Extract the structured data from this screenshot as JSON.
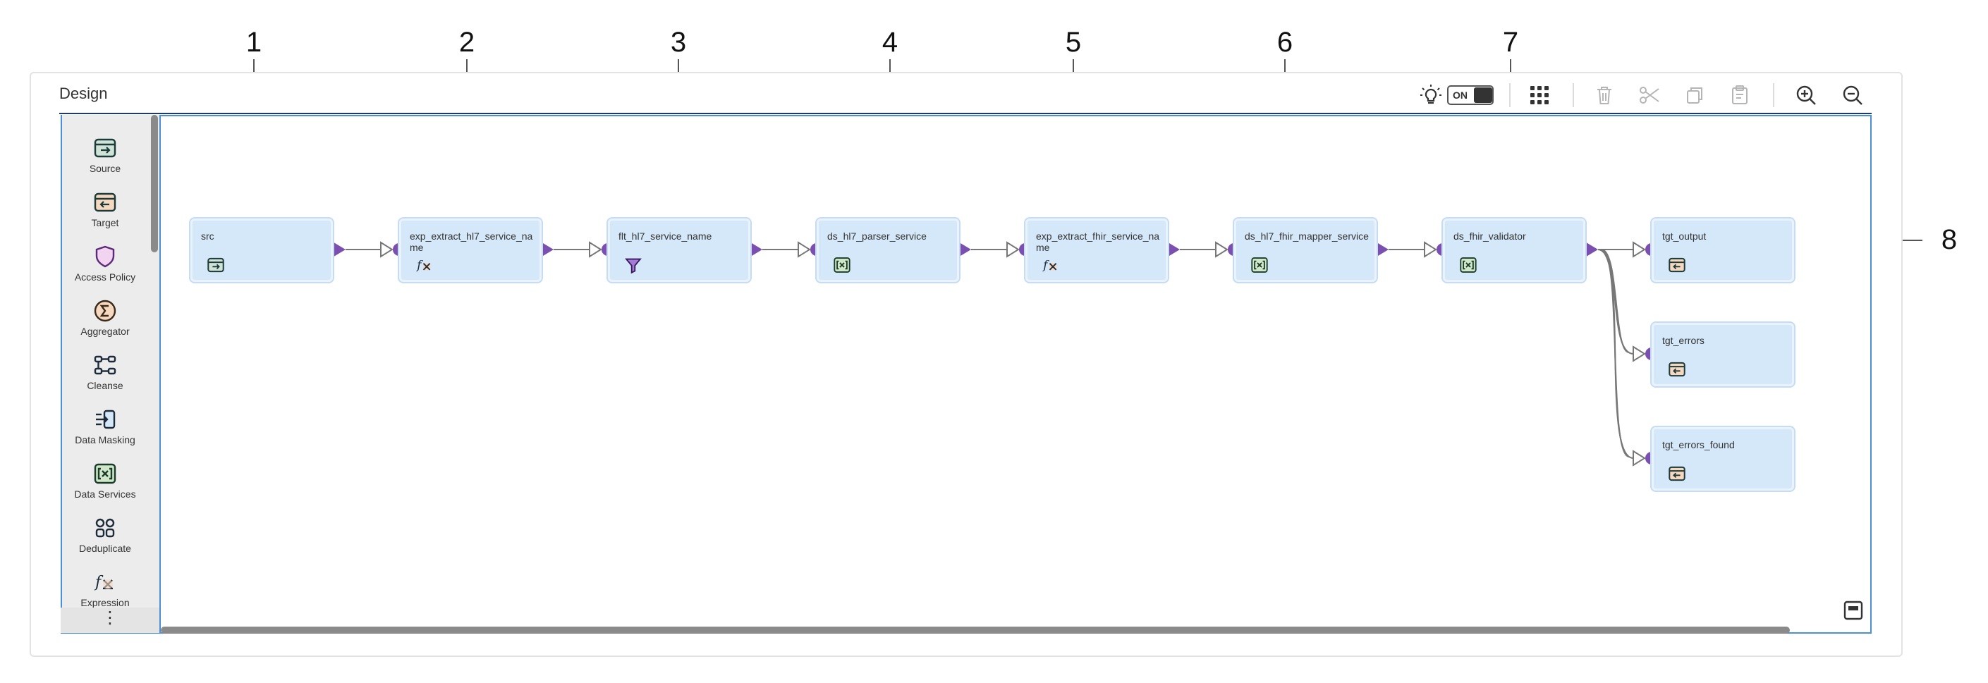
{
  "callouts": [
    "1",
    "2",
    "3",
    "4",
    "5",
    "6",
    "7",
    "8"
  ],
  "panel": {
    "title": "Design"
  },
  "toolbar": {
    "recommend_icon": "lightbulb-icon",
    "toggle_label": "ON",
    "arrange_icon": "grid-icon",
    "delete_icon": "trash-icon",
    "cut_icon": "scissors-icon",
    "copy_icon": "copy-icon",
    "paste_icon": "clipboard-icon",
    "zoom_in_icon": "zoom-in-icon",
    "zoom_out_icon": "zoom-out-icon"
  },
  "palette": {
    "items": [
      {
        "label": "Source",
        "icon": "source-icon"
      },
      {
        "label": "Target",
        "icon": "target-icon"
      },
      {
        "label": "Access Policy",
        "icon": "shield-icon"
      },
      {
        "label": "Aggregator",
        "icon": "sigma-icon"
      },
      {
        "label": "Cleanse",
        "icon": "cleanse-icon"
      },
      {
        "label": "Data Masking",
        "icon": "data-masking-icon"
      },
      {
        "label": "Data Services",
        "icon": "data-services-icon"
      },
      {
        "label": "Deduplicate",
        "icon": "deduplicate-icon"
      },
      {
        "label": "Expression",
        "icon": "expression-icon"
      }
    ],
    "more_label": "⋮"
  },
  "nodes": [
    {
      "name": "src",
      "icon": "source-icon"
    },
    {
      "name": "exp_extract_hl7_service_name",
      "icon": "expression-icon"
    },
    {
      "name": "flt_hl7_service_name",
      "icon": "filter-icon"
    },
    {
      "name": "ds_hl7_parser_service",
      "icon": "data-services-icon"
    },
    {
      "name": "exp_extract_fhir_service_name",
      "icon": "expression-icon"
    },
    {
      "name": "ds_hl7_fhir_mapper_service",
      "icon": "data-services-icon"
    },
    {
      "name": "ds_fhir_validator",
      "icon": "data-services-icon"
    },
    {
      "name": "tgt_output",
      "icon": "target-icon"
    },
    {
      "name": "tgt_errors",
      "icon": "target-icon"
    },
    {
      "name": "tgt_errors_found",
      "icon": "target-icon"
    }
  ],
  "colors": {
    "node_fill": "#d4e8f9",
    "port": "#7a4fb0",
    "canvas_border": "#4a90d9",
    "header_rule": "#1f3a63"
  }
}
